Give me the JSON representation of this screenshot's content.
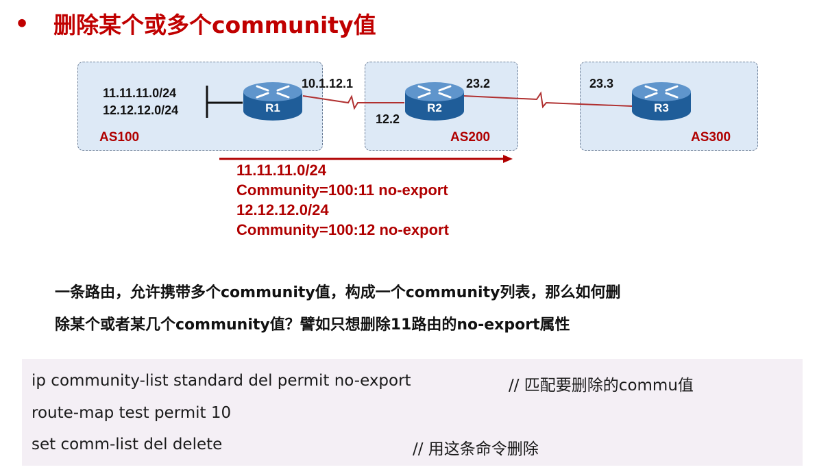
{
  "title": {
    "bullet": "•",
    "text": "删除某个或多个community值"
  },
  "diagram": {
    "as_boxes": [
      {
        "label": "AS100"
      },
      {
        "label": "AS200"
      },
      {
        "label": "AS300"
      }
    ],
    "networks": [
      "11.11.11.0/24",
      "12.12.12.0/24"
    ],
    "routers": [
      {
        "name": "R1"
      },
      {
        "name": "R2"
      },
      {
        "name": "R3"
      }
    ],
    "interface_labels": {
      "r1_r2": "10.1.12.1",
      "r2_left": "12.2",
      "r2_right": "23.2",
      "r3_left": "23.3"
    },
    "update": {
      "lines": [
        "11.11.11.0/24",
        "Community=100:11 no-export",
        "12.12.12.0/24",
        "Community=100:12 no-export"
      ],
      "color": "#b00000"
    }
  },
  "description": {
    "line1": "一条路由，允许携带多个community值，构成一个community列表，那么如何删",
    "line2": "除某个或者某几个community值？譬如只想删除11路由的no-export属性"
  },
  "config": {
    "lines": [
      {
        "code": "ip community-list  standard  del  permit  no-export",
        "comment": "// 匹配要删除的commu值"
      },
      {
        "code": "route-map  test permit  10",
        "comment": ""
      },
      {
        "code": " set comm-list  del  delete",
        "comment": "// 用这条命令删除"
      }
    ]
  },
  "colors": {
    "accent": "#c00000",
    "as_box_fill": "#dde9f6",
    "router_blue": "#1f5d99",
    "link_red": "#b03030",
    "code_background": "#f4eff5"
  }
}
